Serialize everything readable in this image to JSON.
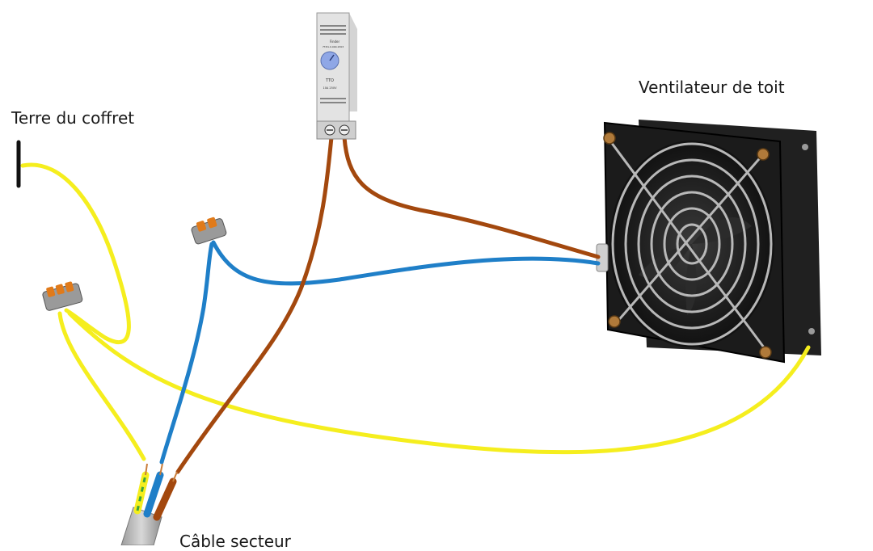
{
  "labels": {
    "earth": "Terre du coffret",
    "fan": "Ventilateur de toit",
    "cable": "Câble secteur"
  },
  "thermostat": {
    "brand": "Finder",
    "model": "7T.81.0.000.2303",
    "model_short": "TTO",
    "rating": "10A 250V"
  },
  "colors": {
    "earth_wire": "#f5ee1e",
    "neutral_wire": "#1f7fc8",
    "live_wire": "#a3480e",
    "fan_body": "#1c1c1c",
    "grille": "#b8b8b8",
    "connector_body": "#9a9a9a",
    "connector_lever": "#e07a1a",
    "thermostat_body": "#e3e3e3",
    "thermostat_dial": "#8fa7e6",
    "cable_sheath": "#bcbcbc"
  },
  "icons": [
    "thermostat-icon",
    "fan-icon",
    "wago-connector-icon",
    "earth-terminal-icon",
    "mains-cable-icon"
  ]
}
